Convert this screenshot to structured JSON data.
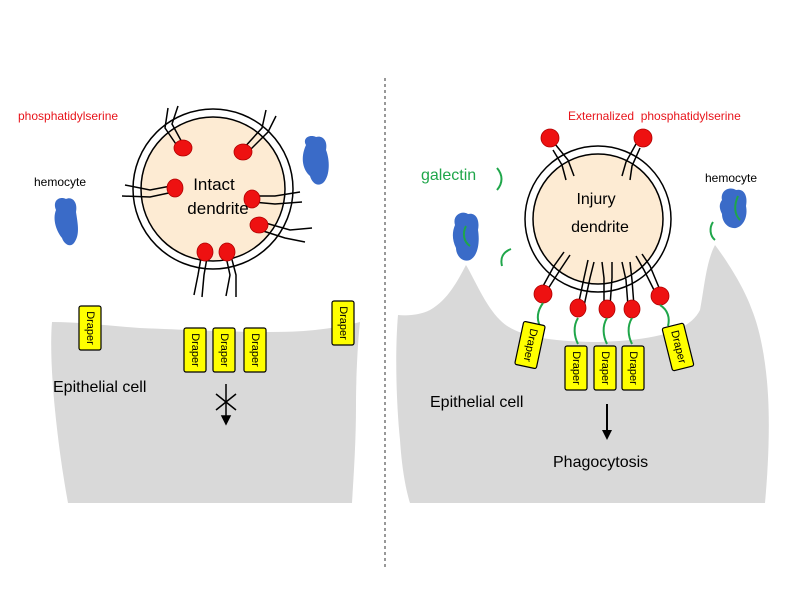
{
  "left_panel": {
    "ps_label": "phosphatidylserine",
    "hemocyte_label": "hemocyte",
    "dendrite_line1": "Intact",
    "dendrite_line2": "dendrite",
    "cell_label": "Epithelial cell",
    "draper_label": "Draper"
  },
  "right_panel": {
    "ps_label": "Externalized  phosphatidylserine",
    "galectin_label": "galectin",
    "hemocyte_label": "hemocyte",
    "dendrite_line1": "Injury",
    "dendrite_line2": "dendrite",
    "cell_label": "Epithelial cell",
    "outcome_label": "Phagocytosis",
    "draper_label": "Draper"
  },
  "colors": {
    "ps_text": "#e8141b",
    "galectin": "#1fa64a",
    "dendrite_fill": "#fdebd3",
    "ps_dot": "#ee1111",
    "draper_fill": "#ffff00",
    "hemocyte": "#3a6bc8",
    "cell": "#d9d9d9"
  }
}
